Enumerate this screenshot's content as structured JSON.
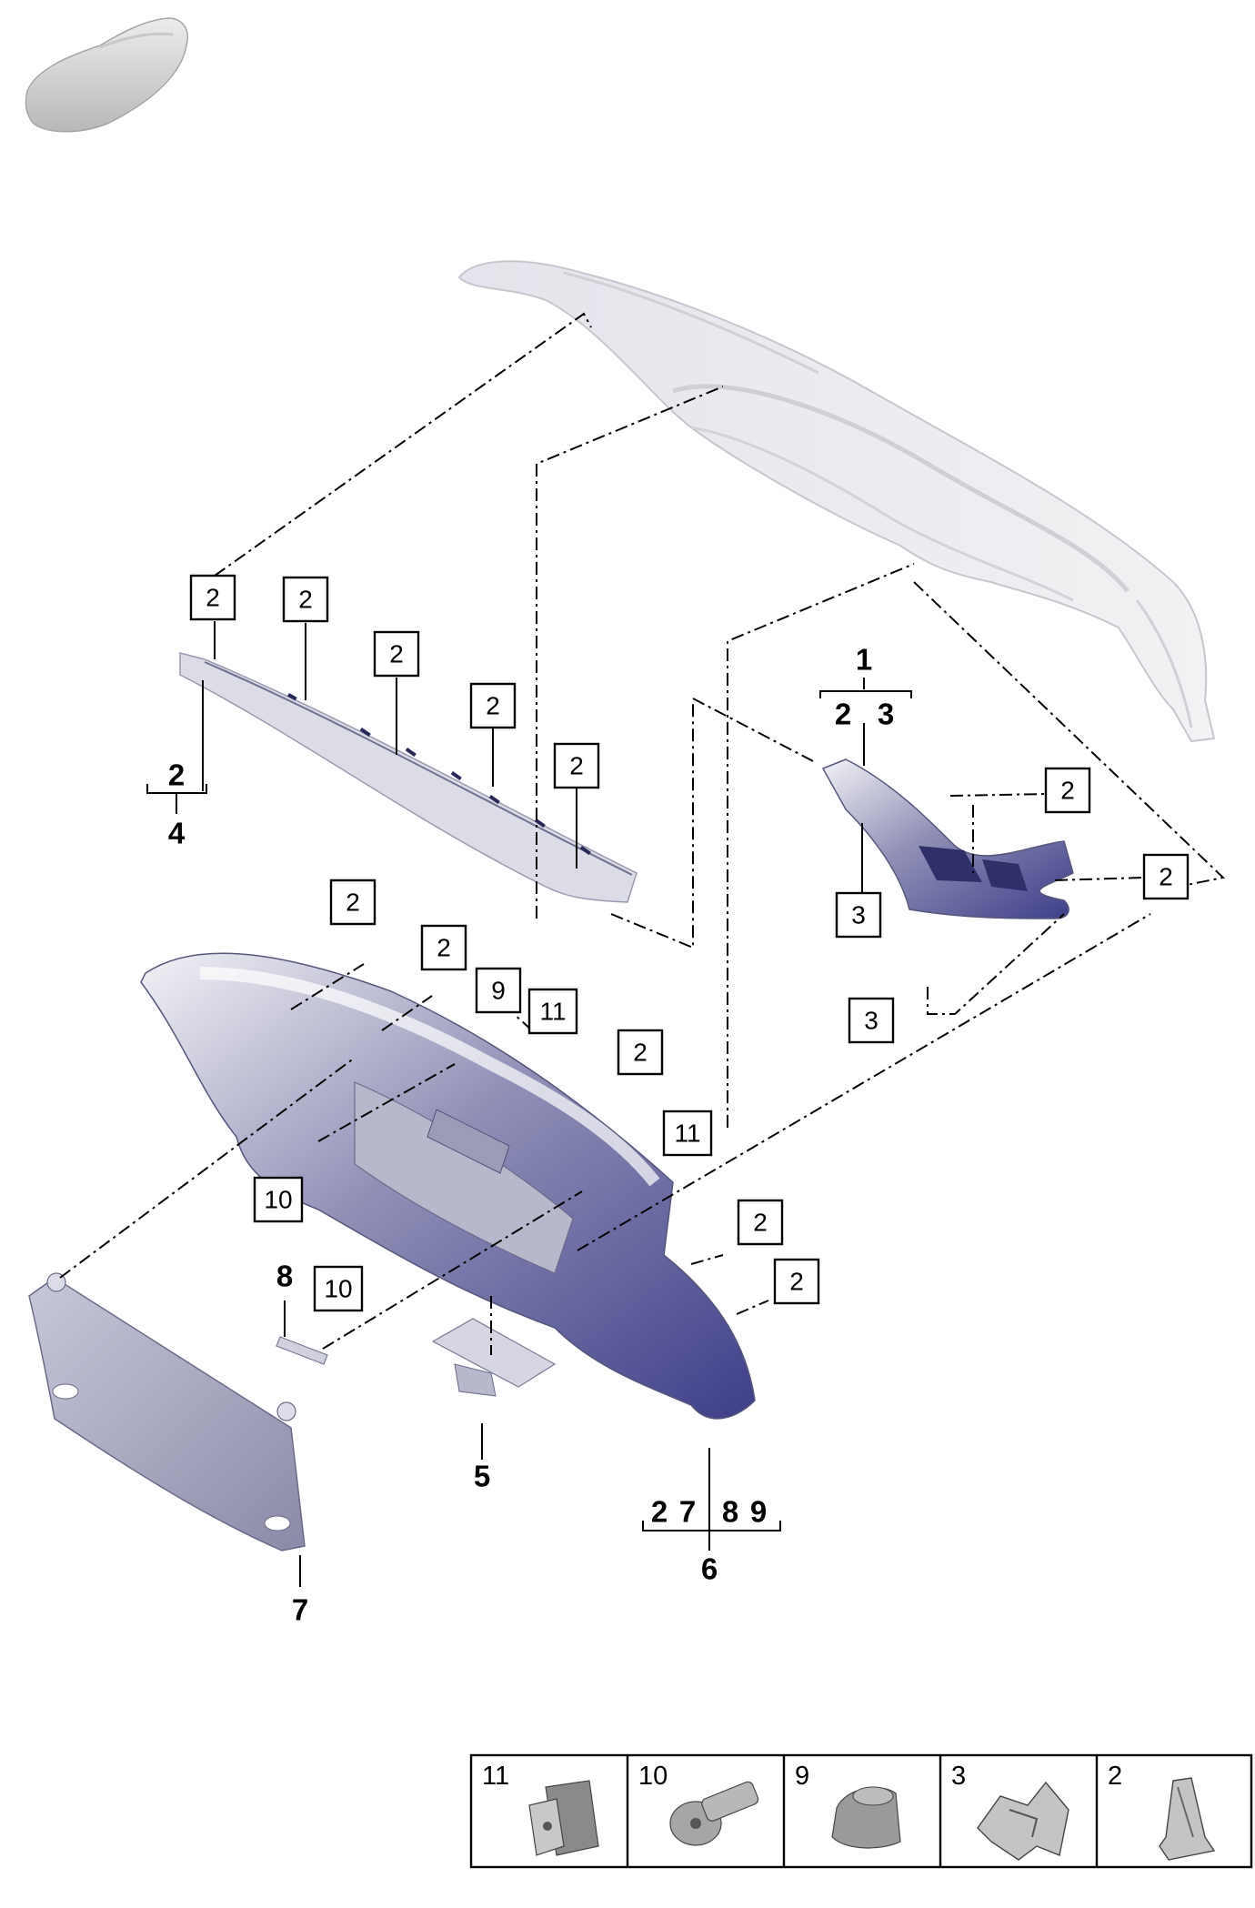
{
  "callouts": {
    "c1": "2",
    "c2": "2",
    "c3": "2",
    "c4": "2",
    "c5": "2",
    "c6": "2",
    "c7": "2",
    "c8": "9",
    "c9": "11",
    "c10": "2",
    "c11": "11",
    "c12": "10",
    "c13": "10",
    "c14": "2",
    "c15": "2",
    "c16": "2",
    "c17": "2",
    "c18": "3",
    "c19": "3"
  },
  "groups": {
    "g1": {
      "top": [
        "2"
      ],
      "bottom": "4"
    },
    "g2": {
      "head": "1",
      "top": [
        "2",
        "3"
      ]
    },
    "g3": {
      "top": [
        "2",
        "7",
        "8",
        "9"
      ],
      "bottom": "6"
    }
  },
  "labels": {
    "l8": "8",
    "l5": "5",
    "l7": "7"
  },
  "legend": {
    "cells": [
      {
        "number": "11",
        "icon": "clip-nut-icon"
      },
      {
        "number": "10",
        "icon": "expansion-rivet-icon"
      },
      {
        "number": "9",
        "icon": "rubber-buffer-icon"
      },
      {
        "number": "3",
        "icon": "spring-clip-icon"
      },
      {
        "number": "2",
        "icon": "retaining-clip-icon"
      }
    ]
  },
  "colors": {
    "trim": "#3e3e8a",
    "trim_light": "#d6d6e6",
    "lid": "#e6e6ec",
    "ink": "#000000"
  }
}
